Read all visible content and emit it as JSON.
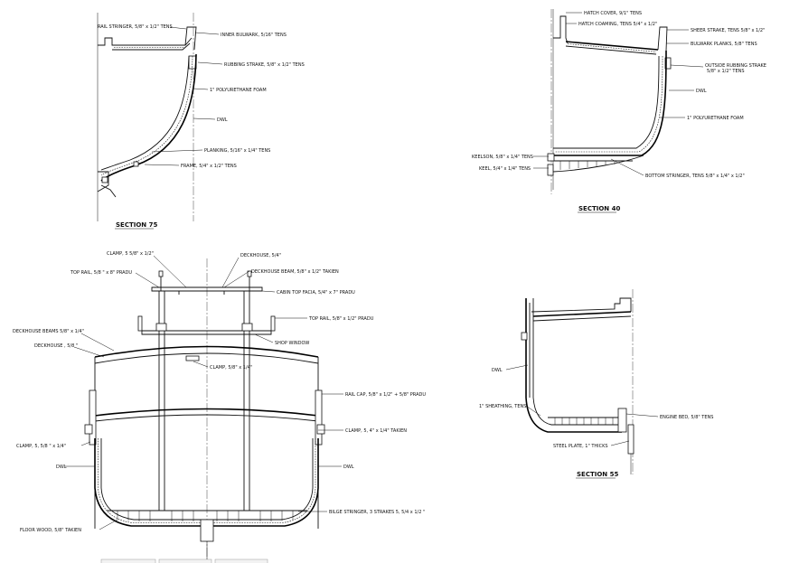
{
  "sections": {
    "s75": {
      "title": "SECTION 75",
      "labels": {
        "rail_stringer": "RAIL STRINGER, 5/8\" x 1/2\" TENS",
        "inner_bulwark": "INNER BULWARK, 5/16\" TENS",
        "rubbing_strake": "RUBBING STRAKE, 5/8\" x 1/2\" TENS",
        "foam": "1\" POLYURETHANE FOAM",
        "dwl": "DWL",
        "planking": "PLANKING, 5/16\" x 1/4\" TENS",
        "frame": "FRAME, 5/4\" x 1/2\" TENS"
      }
    },
    "s40": {
      "title": "SECTION 40",
      "labels": {
        "hatch_cover": "HATCH COVER, 9/1\" TENS",
        "hatch_coaming": "HATCH COAMING, TENS 5/4\" x 1/2\"",
        "sheer_strake": "SHEER STRAKE, TENS 5/8\" x 1/2\"",
        "bulwark_planks": "BULWARK PLANKS, 5/8\" TENS",
        "outside_rubbing": "OUTSIDE RUBBING STRAKE",
        "outside_rubbing_2": "5/8\" x 1/2\" TENS",
        "dwl": "DWL",
        "foam": "1\" POLYURETHANE FOAM",
        "keelson": "KEELSON, 5/8\" x 1/4\" TENS",
        "keel": "KEEL, 5/4\" x 1/4\" TENS",
        "bottom_stringer": "BOTTOM STRINGER, TENS 5/8\" x 1/4\" x 1/2\""
      }
    },
    "mid": {
      "labels": {
        "clamp_top": "CLAMP, 5 5/8\" x 1/2\"",
        "deckhouse_top": "DECKHOUSE, 5/4\"",
        "top_rail_left": "TOP RAIL, 5/8 \" x 8\" PRADU",
        "deckhouse_beam_top": "DECKHOUSE BEAM, 5/8\" x 1/2\" TAKIEN",
        "cabin_top_facia": "CABIN TOP FACIA, 5/4\" x 7\" PRADU",
        "top_rail_right": "TOP RAIL, 5/8\" x 1/2\" PRADU",
        "deckhouse_beams": "DECKHOUSE BEAMS 5/8\" x 1/4\"",
        "deckhouse": "DECKHOUSE , 5/8 \"",
        "shop_window": "SHOP WINDOW",
        "clamp_mid": "CLAMP, 5/8\" x 1/4\"",
        "rail_cap": "RAIL CAP, 5/8\" x 1/2\" + 5/8\" PRADU",
        "clamp_right": "CLAMP, 5, 4\" x 1/4\" TAKIEN",
        "clamp_left": "CLAMP, 5, 5/8 \" x 1/4\"",
        "dwl_left": "DWL",
        "dwl_right": "DWL",
        "floor_wood": "FLOOR WOOD, 5/8\" TAKIEN",
        "bilge_stringer": "BILGE STRINGER, 3 STRAKES 5, 5/4 x 1/2 \""
      }
    },
    "s55": {
      "title": "SECTION 55",
      "labels": {
        "dwl": "DWL",
        "sheathing": "1\" SHEATHING, TENS",
        "engine_bed": "ENGINE BED, 5/8\" TENS",
        "steel_plate": "STEEL PLATE, 1\" THICKS"
      }
    }
  },
  "status_tabs": [
    "",
    "",
    ""
  ]
}
